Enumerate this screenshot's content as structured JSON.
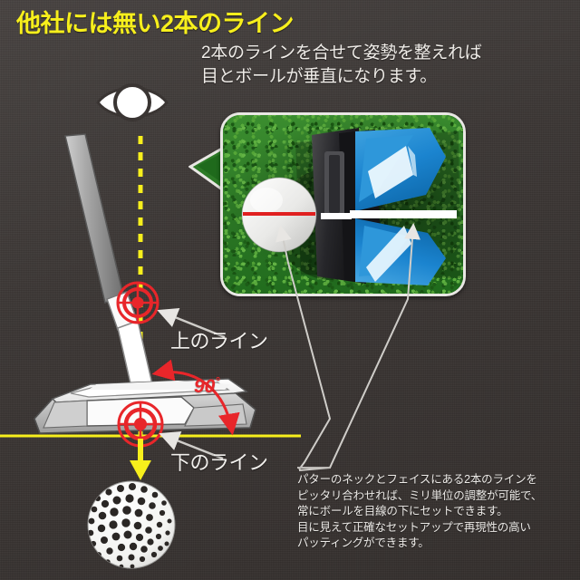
{
  "page": {
    "background_color": "#3a3533",
    "accent_yellow": "#f7ef1c",
    "accent_red": "#e8262a",
    "accent_blue": "#1b84cf",
    "turf_green": "#2c7a26",
    "text_color": "#efece8"
  },
  "header": {
    "title": "他社には無い2本のライン",
    "subtitle_line1": "2本のラインを合せて姿勢を整えれば",
    "subtitle_line2": "目とボールが垂直になります。"
  },
  "callouts": {
    "upper_line_label": "上のライン",
    "lower_line_label": "下のライン",
    "angle_value": "90",
    "angle_unit": "°"
  },
  "photo": {
    "alt_name": "putter-face-alignment-photo",
    "ball_line_color": "#e02020",
    "face_line_color": "#ffffff",
    "putter_head_color": "#1b84cf"
  },
  "icons": {
    "eye": "eye-icon",
    "upper_target": "crosshair-target-icon",
    "lower_target": "crosshair-target-icon"
  },
  "caption": {
    "line1": "パターのネックとフェイスにある2本のラインを",
    "line2": "ピッタリ合わせれば、ミリ単位の調整が可能で、",
    "line3": "常にボールを目線の下にセットできます。",
    "line4": "目に見えて正確なセットアップで再現性の高い",
    "line5": "パッティングができます。"
  }
}
